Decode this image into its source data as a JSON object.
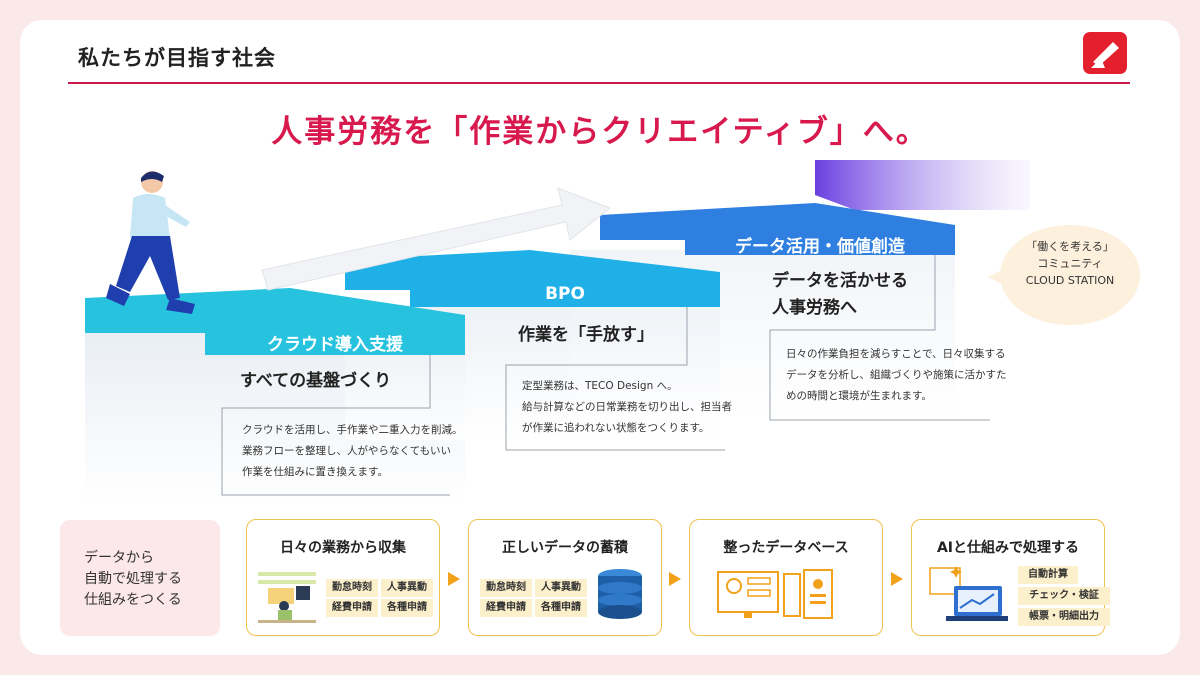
{
  "header": {
    "title": "私たちが目指す社会",
    "accent_color": "#c9184a",
    "logo_icon": "brand-logo-icon"
  },
  "headline": "人事労務を「作業からクリエイティブ」へ。",
  "steps": [
    {
      "label": "クラウド導入支援",
      "heading": "すべての基盤づくり",
      "description": [
        "クラウドを活用し、手作業や二重入力を削減。",
        "業務フローを整理し、人がやらなくてもいい",
        "作業を仕組みに置き換えます。"
      ]
    },
    {
      "label": "BPO",
      "heading": "作業を「手放す」",
      "description": [
        "定型業務は、TECO Design へ。",
        "給与計算などの日常業務を切り出し、担当者",
        "が作業に追われない状態をつくります。"
      ]
    },
    {
      "label": "データ活用・価値創造",
      "heading_lines": [
        "データを活かせる",
        "人事労務へ"
      ],
      "description": [
        "日々の作業負担を減らすことで、日々収集する",
        "データを分析し、組織づくりや施策に活かすた",
        "めの時間と環境が生まれます。"
      ]
    }
  ],
  "bubble": {
    "lines": [
      "「働くを考える」",
      "コミュニティ",
      "CLOUD STATION"
    ]
  },
  "side_box": {
    "lines": [
      "データから",
      "自動で処理する",
      "仕組みをつくる"
    ]
  },
  "flow": [
    {
      "title": "日々の業務から収集",
      "tags": [
        "勤怠時刻",
        "人事異動",
        "経費申請",
        "各種申請"
      ],
      "icon": "office-worker-illustration-icon"
    },
    {
      "title": "正しいデータの蓄積",
      "tags": [
        "勤怠時刻",
        "人事異動",
        "経費申請",
        "各種申請"
      ],
      "icon": "database-icon"
    },
    {
      "title": "整ったデータベース",
      "tags": [],
      "icon": "database-screen-documents-icon"
    },
    {
      "title": "AIと仕組みで処理する",
      "tags": [
        "自動計算",
        "チェック・検証",
        "帳票・明細出力"
      ],
      "icon": "ai-laptop-icon"
    }
  ],
  "colors": {
    "headline": "#d8194e",
    "step1": "#27c3de",
    "step2": "#1fb0e8",
    "step3": "#2e7fe0",
    "step4": "#7b4fe6",
    "flow_border": "#f0c24e",
    "flow_arrow": "#f2a21a",
    "tag_bg": "#fcefcb"
  }
}
